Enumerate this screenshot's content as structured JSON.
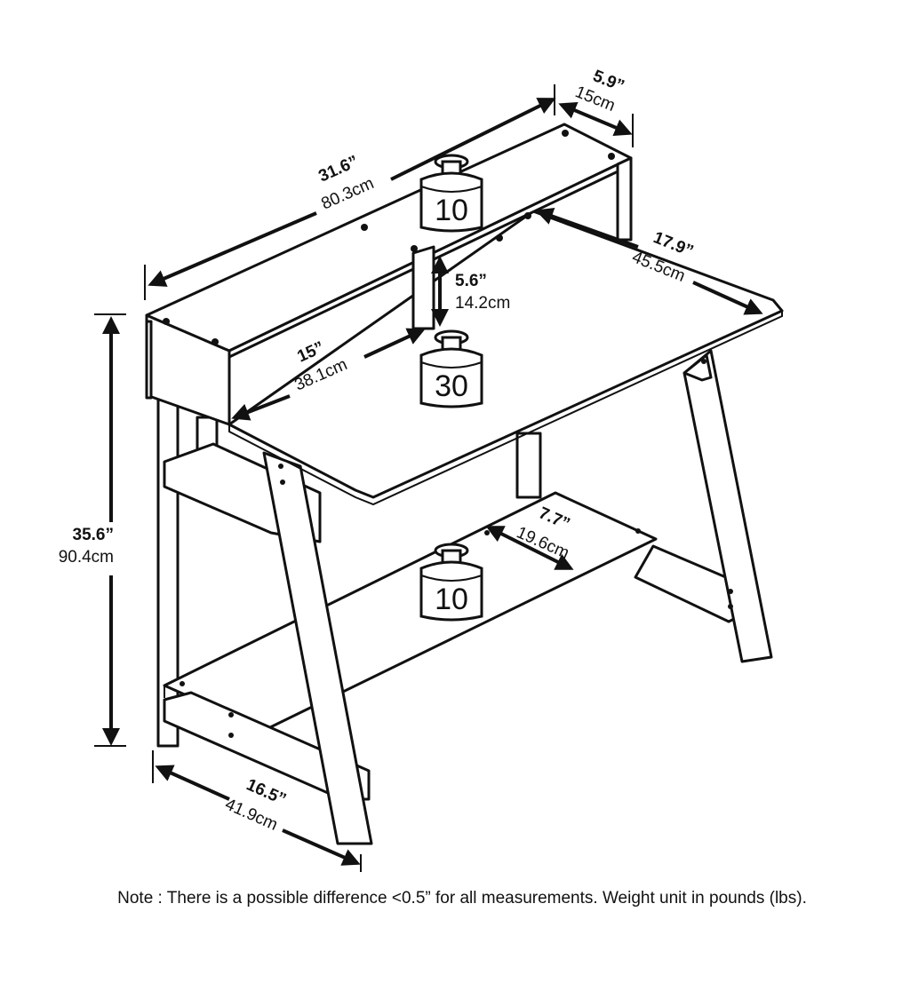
{
  "dimensions": {
    "hutch_width": {
      "in": "31.6”",
      "cm": "80.3cm"
    },
    "hutch_depth": {
      "in": "5.9”",
      "cm": "15cm"
    },
    "desk_depth": {
      "in": "17.9”",
      "cm": "45.5cm"
    },
    "hutch_height": {
      "in": "5.6”",
      "cm": "14.2cm"
    },
    "hutch_opening": {
      "in": "15”",
      "cm": "38.1cm"
    },
    "total_height": {
      "in": "35.6”",
      "cm": "90.4cm"
    },
    "shelf_depth": {
      "in": "7.7”",
      "cm": "19.6cm"
    },
    "leg_depth": {
      "in": "16.5”",
      "cm": "41.9cm"
    }
  },
  "weights": {
    "hutch_top": "10",
    "desktop": "30",
    "bottom_shelf": "10"
  },
  "note": "Note : There is a possible difference <0.5” for all measurements. Weight unit in pounds (lbs)."
}
